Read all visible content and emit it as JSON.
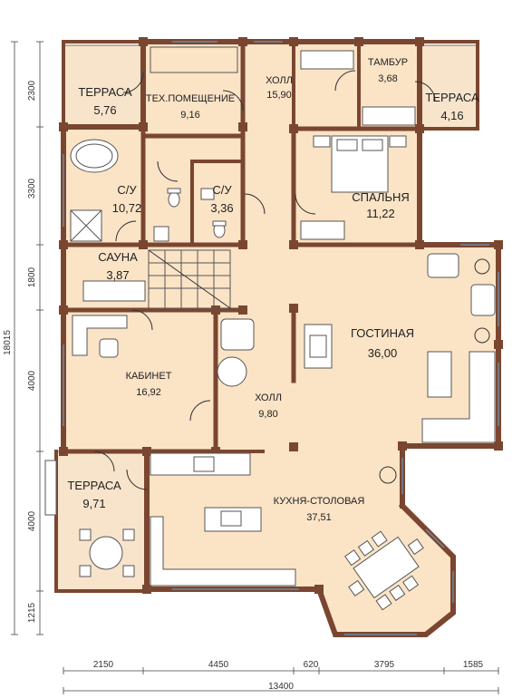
{
  "rooms": {
    "terrace_nw": {
      "label": "ТЕРРАСА",
      "area": "5,76"
    },
    "tech": {
      "label": "ТЕХ.ПОМЕЩЕНИЕ",
      "area": "9,16"
    },
    "hall_top": {
      "label": "ХОЛЛ",
      "area": "15,90"
    },
    "tambur": {
      "label": "ТАМБУР",
      "area": "3,68"
    },
    "terrace_ne": {
      "label": "ТЕРРАСА",
      "area": "4,16"
    },
    "bath1": {
      "label": "С/У",
      "area": "10,72"
    },
    "bath2": {
      "label": "С/У",
      "area": "3,36"
    },
    "bedroom": {
      "label": "СПАЛЬНЯ",
      "area": "11,22"
    },
    "sauna": {
      "label": "САУНА",
      "area": "3,87"
    },
    "living": {
      "label": "ГОСТИНАЯ",
      "area": "36,00"
    },
    "office": {
      "label": "КАБИНЕТ",
      "area": "16,92"
    },
    "hall_mid": {
      "label": "ХОЛЛ",
      "area": "9,80"
    },
    "terrace_sw": {
      "label": "ТЕРРАСА",
      "area": "9,71"
    },
    "kitchen": {
      "label": "КУХНЯ-СТОЛОВАЯ",
      "area": "37,51"
    }
  },
  "dimensions": {
    "left": [
      "2300",
      "3300",
      "1800",
      "4000",
      "4000",
      "1215"
    ],
    "total_height": "18015",
    "bottom": [
      "2150",
      "4450",
      "620",
      "3795",
      "1585"
    ],
    "total_width": "13400"
  },
  "colors": {
    "floor": "#fbe3c6",
    "wall": "#7a4630",
    "terrace": "#f6ead8",
    "furniture_line": "#555555"
  }
}
